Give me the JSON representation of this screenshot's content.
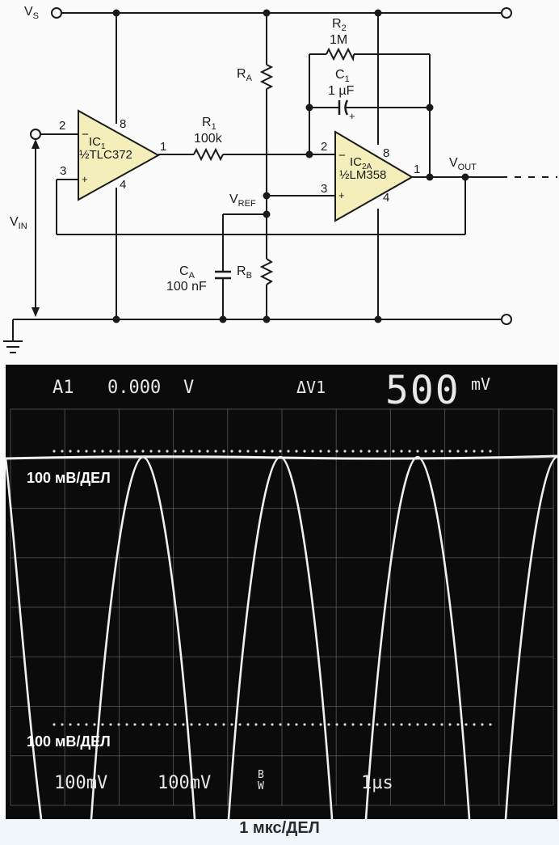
{
  "schematic": {
    "supply_label": "V",
    "supply_sub": "S",
    "vin_label": "V",
    "vin_sub": "IN",
    "vout_label": "V",
    "vout_sub": "OUT",
    "vref_label": "V",
    "vref_sub": "REF",
    "ic1": {
      "name": "IC",
      "sub": "1",
      "part": "½TLC372",
      "pin_inv": "2",
      "pin_noninv": "3",
      "pin_out": "1",
      "pin_vcc": "8",
      "pin_gnd": "4",
      "minus": "−",
      "plus": "+"
    },
    "ic2": {
      "name": "IC",
      "sub": "2A",
      "part": "½LM358",
      "pin_inv": "2",
      "pin_noninv": "3",
      "pin_out": "1",
      "pin_vcc": "8",
      "pin_gnd": "4",
      "minus": "−",
      "plus": "+"
    },
    "r1": {
      "name": "R",
      "sub": "1",
      "value": "100k"
    },
    "r2": {
      "name": "R",
      "sub": "2",
      "value": "1M"
    },
    "c1": {
      "name": "C",
      "sub": "1",
      "value": "1 µF",
      "plus": "+"
    },
    "ra": {
      "name": "R",
      "sub": "A"
    },
    "rb": {
      "name": "R",
      "sub": "B"
    },
    "ca": {
      "name": "C",
      "sub": "A",
      "value": "100 nF"
    }
  },
  "scope": {
    "top_channel": "A1",
    "top_voltage": "0.000",
    "top_unit": "V",
    "delta_label": "ΔV1",
    "big_value": "500",
    "big_unit": "mV",
    "overlay_top": "100 мВ/ДЕЛ",
    "overlay_bottom": "100 мВ/ДЕЛ",
    "ch1_scale": "100mV",
    "ch2_scale": "100mV",
    "bw_top": "B",
    "bw_bottom": "W",
    "time_scale": "1µs"
  },
  "caption": "1 мкс/ДЕЛ",
  "colors": {
    "opamp_fill": "#f4efba",
    "wire": "#1a1a1a",
    "trace": "#f0f0f0",
    "grid": "#7a7a7a"
  }
}
